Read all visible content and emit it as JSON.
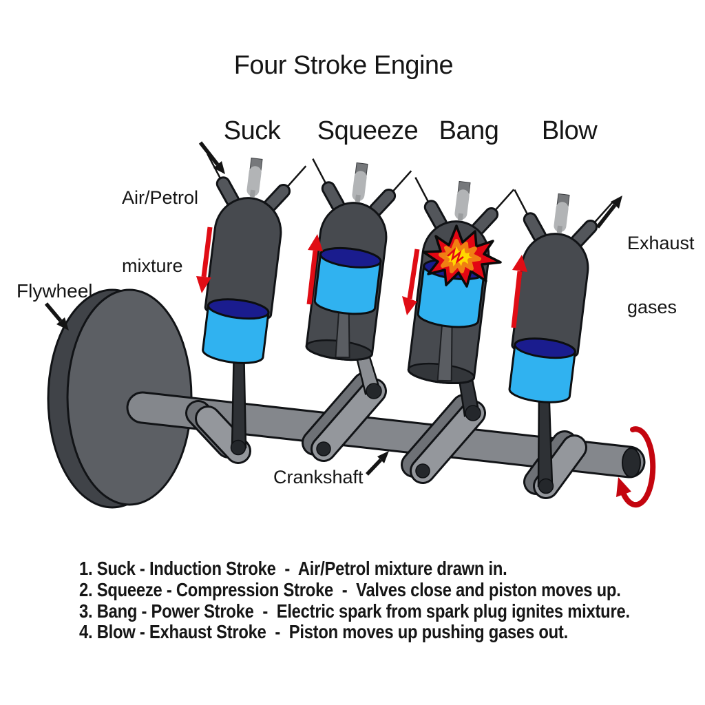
{
  "title": "Four Stroke Engine",
  "strokes": [
    "Suck",
    "Squeeze",
    "Bang",
    "Blow"
  ],
  "callouts": {
    "air_petrol_line1": "Air/Petrol",
    "air_petrol_line2": "mixture",
    "exhaust_line1": "Exhaust",
    "exhaust_line2": "gases",
    "flywheel": "Flywheel",
    "crankshaft": "Crankshaft"
  },
  "legend": {
    "items": [
      "1. Suck - Induction Stroke  -  Air/Petrol mixture drawn in.",
      "2. Squeeze - Compression Stroke  -  Valves close and piston moves up.",
      "3. Bang - Power Stroke  -  Electric spark from spark plug ignites mixture.",
      "4. Blow - Exhaust Stroke  -  Piston moves up pushing gases out."
    ]
  },
  "diagram": {
    "piston_motion": {
      "suck": "down",
      "squeeze": "up",
      "bang": "down",
      "blow": "up"
    },
    "crankshaft_rotation": "counter-clockwise",
    "explosion_on": "Bang"
  },
  "colors": {
    "background": "#ffffff",
    "text": "#151515",
    "cylinder_body": "#474a4f",
    "flywheel_face": "#5c5f64",
    "flywheel_rim": "#404348",
    "shaft": "#84878c",
    "crank_web": "#94979c",
    "journal": "#24272b",
    "rod_dark": "#2e3135",
    "rod_light": "#8b8e93",
    "piston_crown": "#1a1c8e",
    "piston_skirt": "#30b2f0",
    "motion_arrow_red": "#e00d15",
    "explosion_red": "#e30613",
    "explosion_yellow": "#ffd900",
    "explosion_orange": "#f07f13",
    "spark_plug": "#b2b4b6"
  }
}
